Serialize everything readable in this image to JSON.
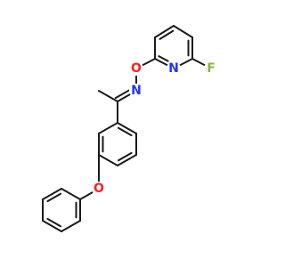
{
  "diagram": {
    "type": "chemical-structure",
    "atoms": [
      {
        "id": "F",
        "symbol": "F",
        "color": "#8fb43c"
      },
      {
        "id": "N",
        "symbol": "N",
        "color": "#2233ff"
      },
      {
        "id": "O1",
        "symbol": "O",
        "color": "#ff2020"
      },
      {
        "id": "N2",
        "symbol": "N",
        "color": "#2233ff"
      },
      {
        "id": "O2",
        "symbol": "O",
        "color": "#ff2020"
      }
    ],
    "bond_color": "#1a1a1a",
    "background": "#ffffff"
  }
}
